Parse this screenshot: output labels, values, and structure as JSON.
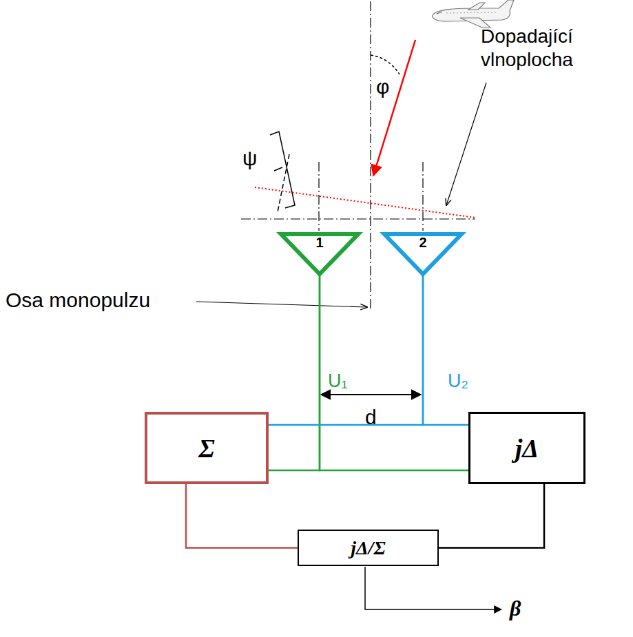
{
  "diagram": {
    "nodes": [
      {
        "text": [
          "1"
        ]
      },
      {
        "text": [
          "2"
        ]
      },
      {
        "text": [
          "Σ"
        ]
      },
      {
        "text": [
          "jΔ"
        ]
      },
      {
        "text": [
          "jΔ/Σ"
        ]
      }
    ],
    "edges": [
      {
        "from": 0,
        "to": 2,
        "arrow": "none"
      },
      {
        "from": 0,
        "to": 3,
        "arrow": "none"
      },
      {
        "from": 1,
        "to": 2,
        "arrow": "none"
      },
      {
        "from": 1,
        "to": 3,
        "arrow": "none"
      },
      {
        "from": 2,
        "to": 4,
        "arrow": "none"
      },
      {
        "from": 3,
        "to": 4,
        "arrow": "none"
      }
    ],
    "labels": [
      "φ",
      "ψ",
      "Dopadající vlnoplocha",
      "Osa monopulzu",
      "U₁",
      "U₂",
      "d",
      "β"
    ]
  }
}
